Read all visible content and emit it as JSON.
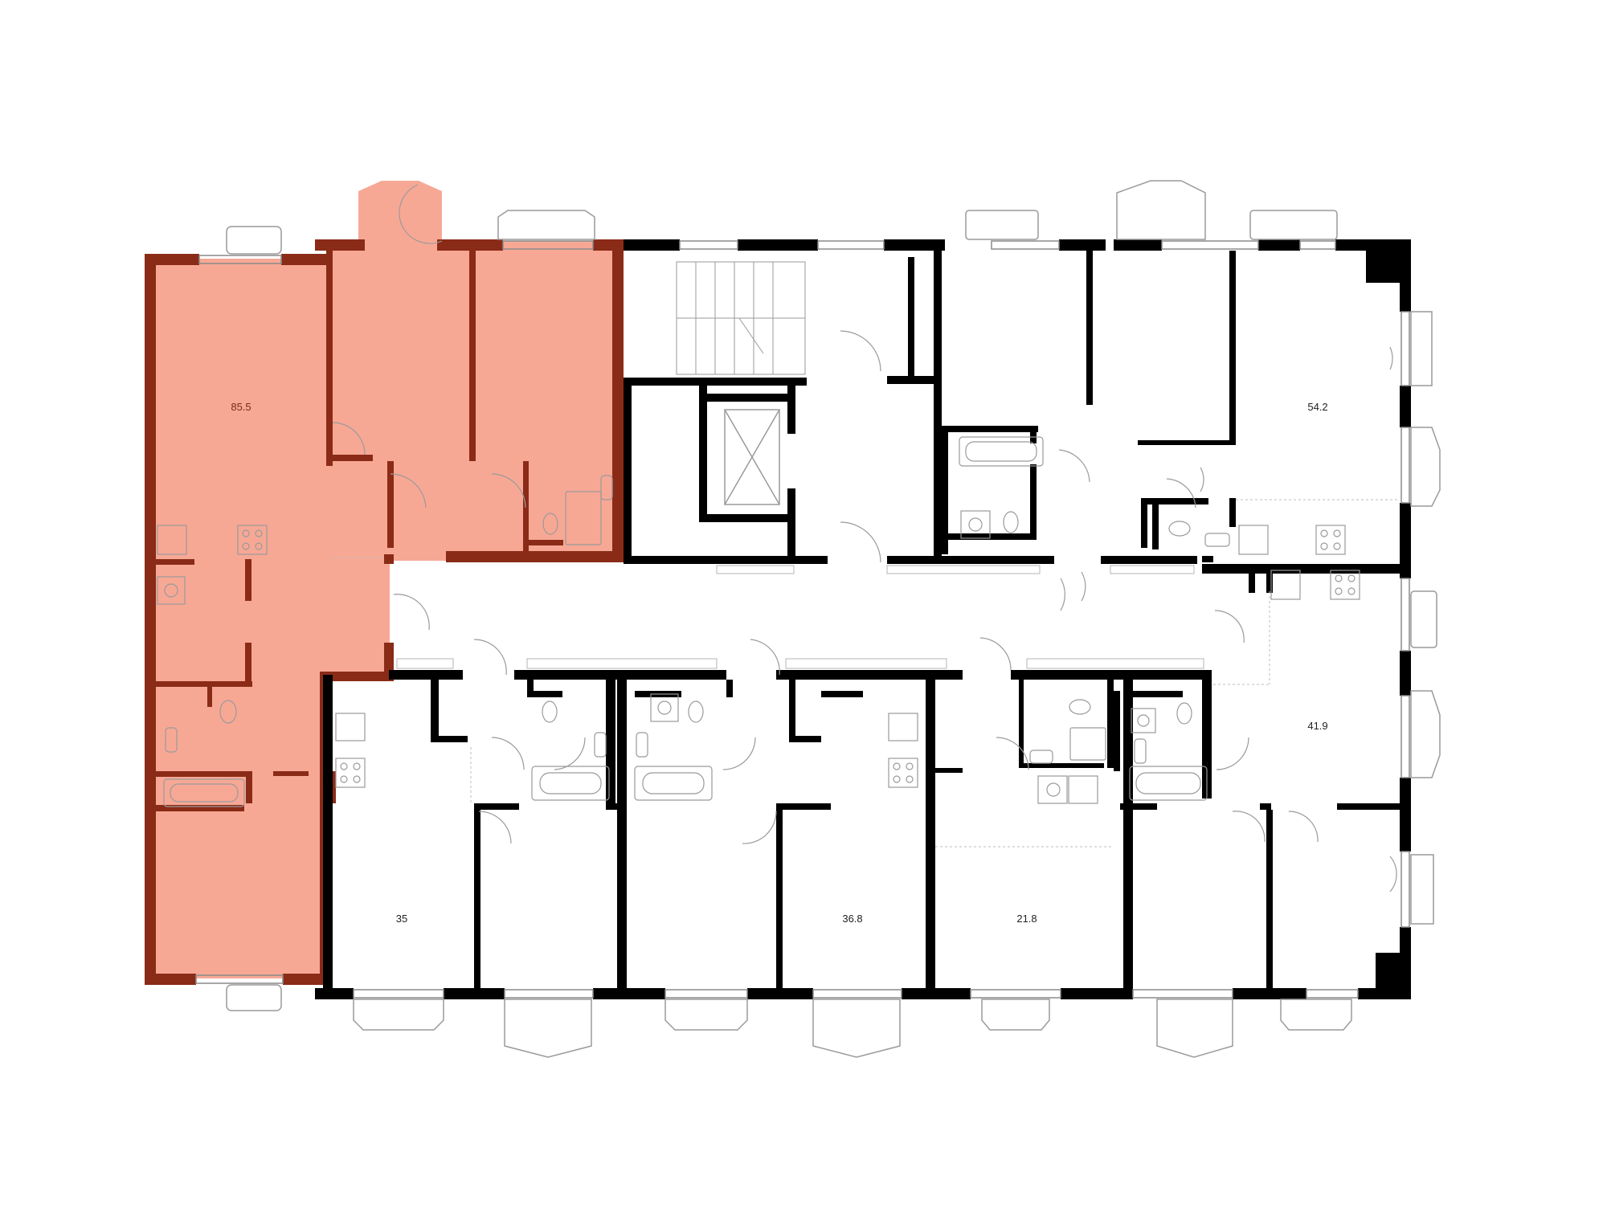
{
  "plan": {
    "colors": {
      "background": "#ffffff",
      "wall": "#000000",
      "highlight_fill": "#f7a895",
      "highlight_wall": "#8a2b17",
      "fixture_stroke": "#9a9a9a"
    },
    "apartments": [
      {
        "id": "apt-1",
        "area_label": "85.5",
        "highlighted": true
      },
      {
        "id": "apt-2",
        "area_label": "54.2",
        "highlighted": false
      },
      {
        "id": "apt-3",
        "area_label": "41.9",
        "highlighted": false
      },
      {
        "id": "apt-4",
        "area_label": "35",
        "highlighted": false
      },
      {
        "id": "apt-5",
        "area_label": "36.8",
        "highlighted": false
      },
      {
        "id": "apt-6",
        "area_label": "21.8",
        "highlighted": false
      }
    ]
  }
}
